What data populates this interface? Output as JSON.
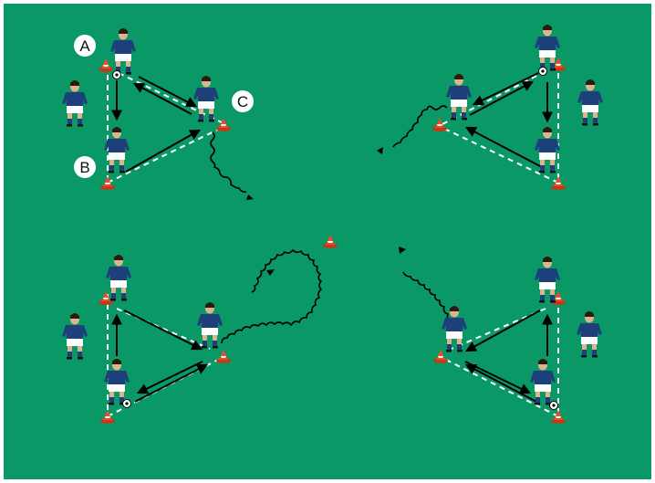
{
  "diagram": {
    "colors": {
      "pitch": "#0a9966",
      "border": "#ffffff",
      "pass_line": "#000000",
      "run_line": "#ffffff",
      "shirt": "#1d3f7a",
      "shorts": "#ffffff",
      "skin": "#e0b48a",
      "cone": "#e8502b",
      "label_bg": "#ffffff"
    },
    "labels": [
      {
        "text": "A",
        "id": "label-a"
      },
      {
        "text": "B",
        "id": "label-b"
      },
      {
        "text": "C",
        "id": "label-c"
      }
    ],
    "icons": {
      "player": "player-icon",
      "cone": "cone-icon",
      "ball": "ball-icon"
    }
  }
}
